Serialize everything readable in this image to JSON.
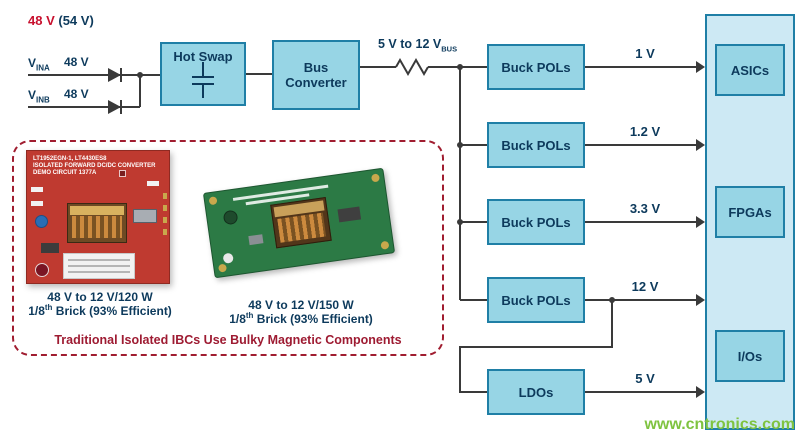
{
  "colors": {
    "box_fill": "#97d5e5",
    "box_border": "#1f7fa6",
    "panel_fill": "#cde9f4",
    "text_navy": "#0d3a5c",
    "wire": "#3a3a3a",
    "accent_red": "#c8102e",
    "inset_border_red": "#a01d30",
    "caption_red": "#9e1b32",
    "watermark_green": "#7fc340"
  },
  "header": {
    "voltage": "48 V",
    "voltage_max": "(54 V)"
  },
  "inputs": {
    "v_prefix": "V",
    "vina_sub": "INA",
    "vinb_sub": "INB",
    "vina_value": "48 V",
    "vinb_value": "48 V"
  },
  "blocks": {
    "hot_swap": "Hot Swap",
    "bus_converter_line1": "Bus",
    "bus_converter_line2": "Converter",
    "buck_pols": [
      "Buck POLs",
      "Buck POLs",
      "Buck POLs",
      "Buck POLs"
    ],
    "ldos": "LDOs",
    "loads": [
      "ASICs",
      "FPGAs",
      "I/Os"
    ]
  },
  "bus_label": {
    "text": "5 V to 12 V",
    "sub": "BUS"
  },
  "rails": [
    "1 V",
    "1.2 V",
    "3.3 V",
    "12 V",
    "5 V"
  ],
  "inset": {
    "board1": {
      "silk_line1": "LT1952EGN-1, LT4430ES8",
      "silk_line2": "ISOLATED FORWARD DC/DC CONVERTER",
      "silk_line3": "DEMO CIRCUIT 1377A",
      "caption_line1": "48 V to 12 V/120 W",
      "caption_frac": "1/8",
      "caption_sup": "th",
      "caption_rest": " Brick (93% Efficient)"
    },
    "board2": {
      "caption_line1": "48 V to 12 V/150 W",
      "caption_frac": "1/8",
      "caption_sup": "th",
      "caption_rest": " Brick (93% Efficient)"
    },
    "caption": "Traditional Isolated IBCs Use Bulky Magnetic Components"
  },
  "watermark": "www.cntronics.com"
}
